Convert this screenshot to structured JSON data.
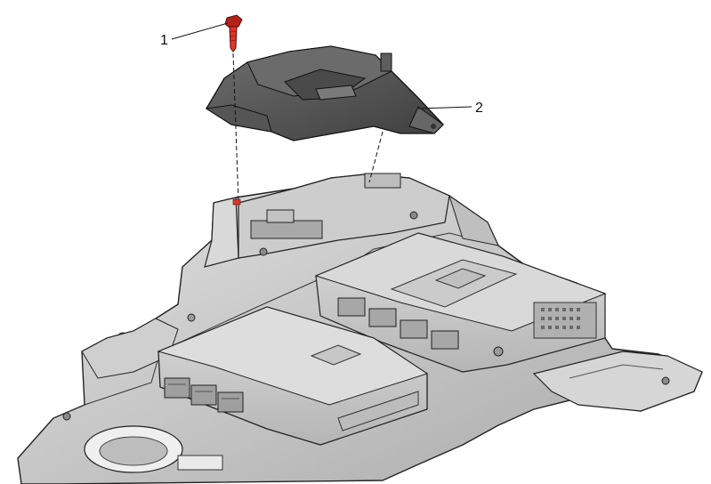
{
  "callouts": [
    {
      "label": "1",
      "part": "bolt"
    },
    {
      "label": "2",
      "part": "bracket"
    }
  ],
  "colors": {
    "bolt": "#e0352b",
    "bracket": "#5a5a5a",
    "tray": "#c8c8c8",
    "module": "#d4d4d4",
    "line": "#111111",
    "background": "#ffffff"
  }
}
